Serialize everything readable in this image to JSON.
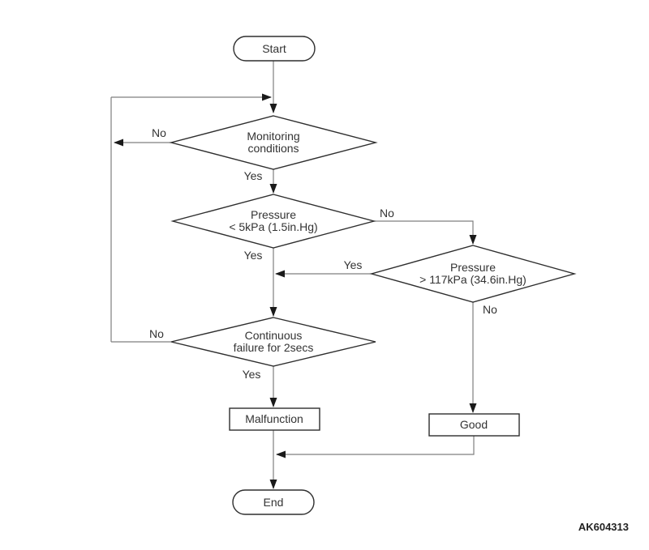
{
  "figure": {
    "code": "AK604313",
    "colors": {
      "background": "#ffffff",
      "connector": "#7f7f7f",
      "node_border": "#2e2e2e",
      "node_fill": "#ffffff",
      "arrowhead": "#1a1a1a",
      "text": "#333333"
    },
    "nodes": {
      "start": {
        "label": "Start"
      },
      "monitoring": {
        "line1": "Monitoring",
        "line2": "conditions"
      },
      "pressure_low": {
        "line1": "Pressure",
        "line2": "< 5kPa (1.5in.Hg)"
      },
      "pressure_high": {
        "line1": "Pressure",
        "line2": "> 117kPa (34.6in.Hg)"
      },
      "continuous_failure": {
        "line1": "Continuous",
        "line2": "failure for 2secs"
      },
      "malfunction": {
        "label": "Malfunction"
      },
      "good": {
        "label": "Good"
      },
      "end": {
        "label": "End"
      }
    },
    "branch_labels": {
      "monitoring_no": "No",
      "monitoring_yes": "Yes",
      "pressure_low_no": "No",
      "pressure_low_yes": "Yes",
      "pressure_high_yes": "Yes",
      "pressure_high_no": "No",
      "continuous_no": "No",
      "continuous_yes": "Yes"
    }
  }
}
